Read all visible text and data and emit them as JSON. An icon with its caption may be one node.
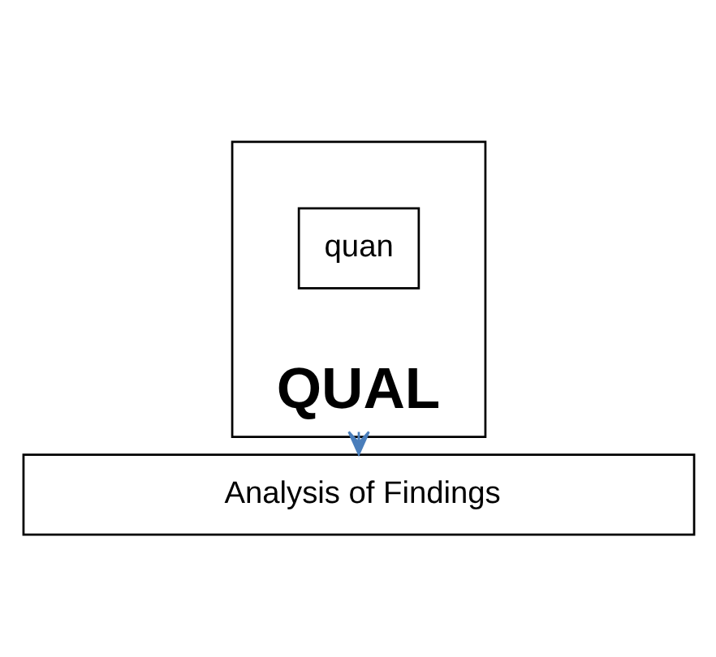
{
  "diagram": {
    "nodes": [
      {
        "text": [
          "QUAL"
        ]
      },
      {
        "text": [
          "quan"
        ],
        "in": 0
      },
      {
        "text": [
          "Analysis of Findings"
        ]
      }
    ],
    "edges": [
      {
        "from": 0,
        "to": 2,
        "arrow": "to",
        "color": "#4a7ebb"
      }
    ]
  }
}
